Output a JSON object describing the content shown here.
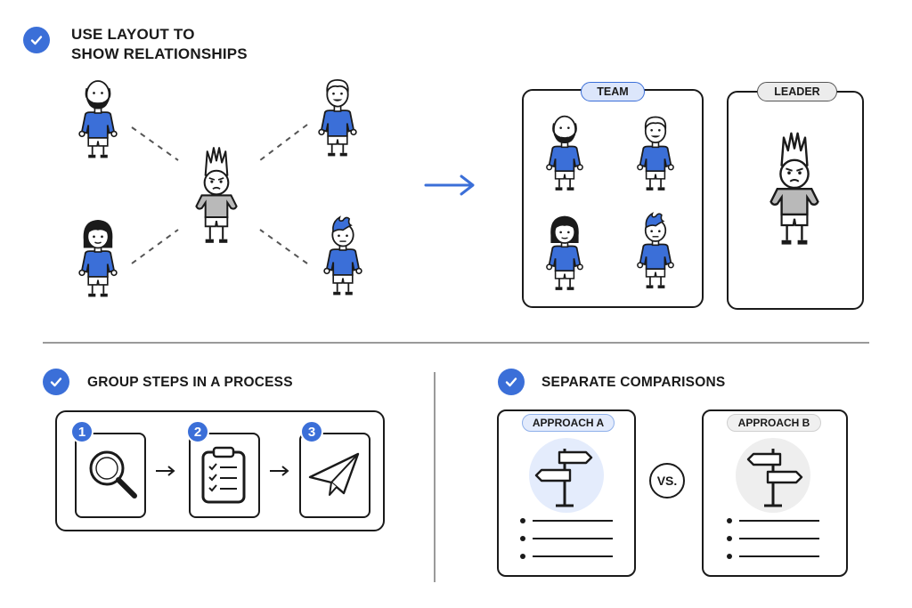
{
  "colors": {
    "accent": "#3b6fd8",
    "ink": "#1a1a1a",
    "shirt_gray": "#b9b9b9",
    "divider": "#999999"
  },
  "sections": {
    "relationships": {
      "heading": "USE LAYOUT TO SHOW RELATIONSHIPS",
      "heading_line1": "USE LAYOUT TO",
      "heading_line2": "SHOW RELATIONSHIPS"
    },
    "process": {
      "heading": "GROUP STEPS IN A PROCESS",
      "steps": [
        "1",
        "2",
        "3"
      ],
      "step_icons": [
        "magnifier-icon",
        "clipboard-checklist-icon",
        "paper-plane-icon"
      ]
    },
    "comparisons": {
      "heading": "SEPARATE COMPARISONS",
      "left_label": "APPROACH A",
      "right_label": "APPROACH B",
      "vs_label": "VS."
    }
  },
  "groups": {
    "team_label": "TEAM",
    "leader_label": "LEADER"
  },
  "icons": [
    "checkmark-icon",
    "arrow-right-icon",
    "signpost-icon",
    "bullet-list-icon"
  ]
}
